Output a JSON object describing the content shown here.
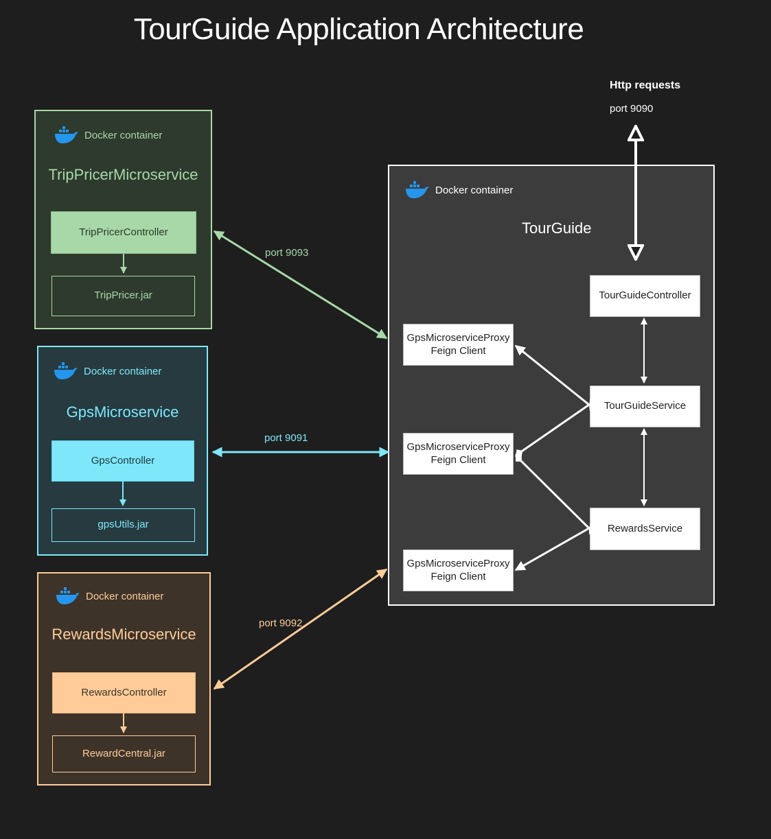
{
  "title": "TourGuide Application Architecture",
  "colors": {
    "background": "#1e1e1e",
    "trip_pricer": "#a8d8a8",
    "gps": "#7ee8fa",
    "rewards": "#ffcc99",
    "tourguide": "#ffffff",
    "docker_icon": "#2496ed"
  },
  "http": {
    "label": "Http requests",
    "port": "port 9090"
  },
  "services": {
    "trip_pricer": {
      "docker_label": "Docker container",
      "name": "TripPricerMicroservice",
      "controller": "TripPricerController",
      "jar": "TripPricer.jar",
      "port": "port 9093"
    },
    "gps": {
      "docker_label": "Docker container",
      "name": "GpsMicroservice",
      "controller": "GpsController",
      "jar": "gpsUtils.jar",
      "port": "port 9091"
    },
    "rewards": {
      "docker_label": "Docker container",
      "name": "RewardsMicroservice",
      "controller": "RewardsController",
      "jar": "RewardCentral.jar",
      "port": "port 9092"
    }
  },
  "tourguide": {
    "docker_label": "Docker container",
    "name": "TourGuide",
    "controller": "TourGuideController",
    "service": "TourGuideService",
    "rewards_service": "RewardsService",
    "proxies": [
      {
        "line1": "GpsMicroserviceProxy",
        "line2": "Feign Client"
      },
      {
        "line1": "GpsMicroserviceProxy",
        "line2": "Feign Client"
      },
      {
        "line1": "GpsMicroserviceProxy",
        "line2": "Feign Client"
      }
    ]
  }
}
